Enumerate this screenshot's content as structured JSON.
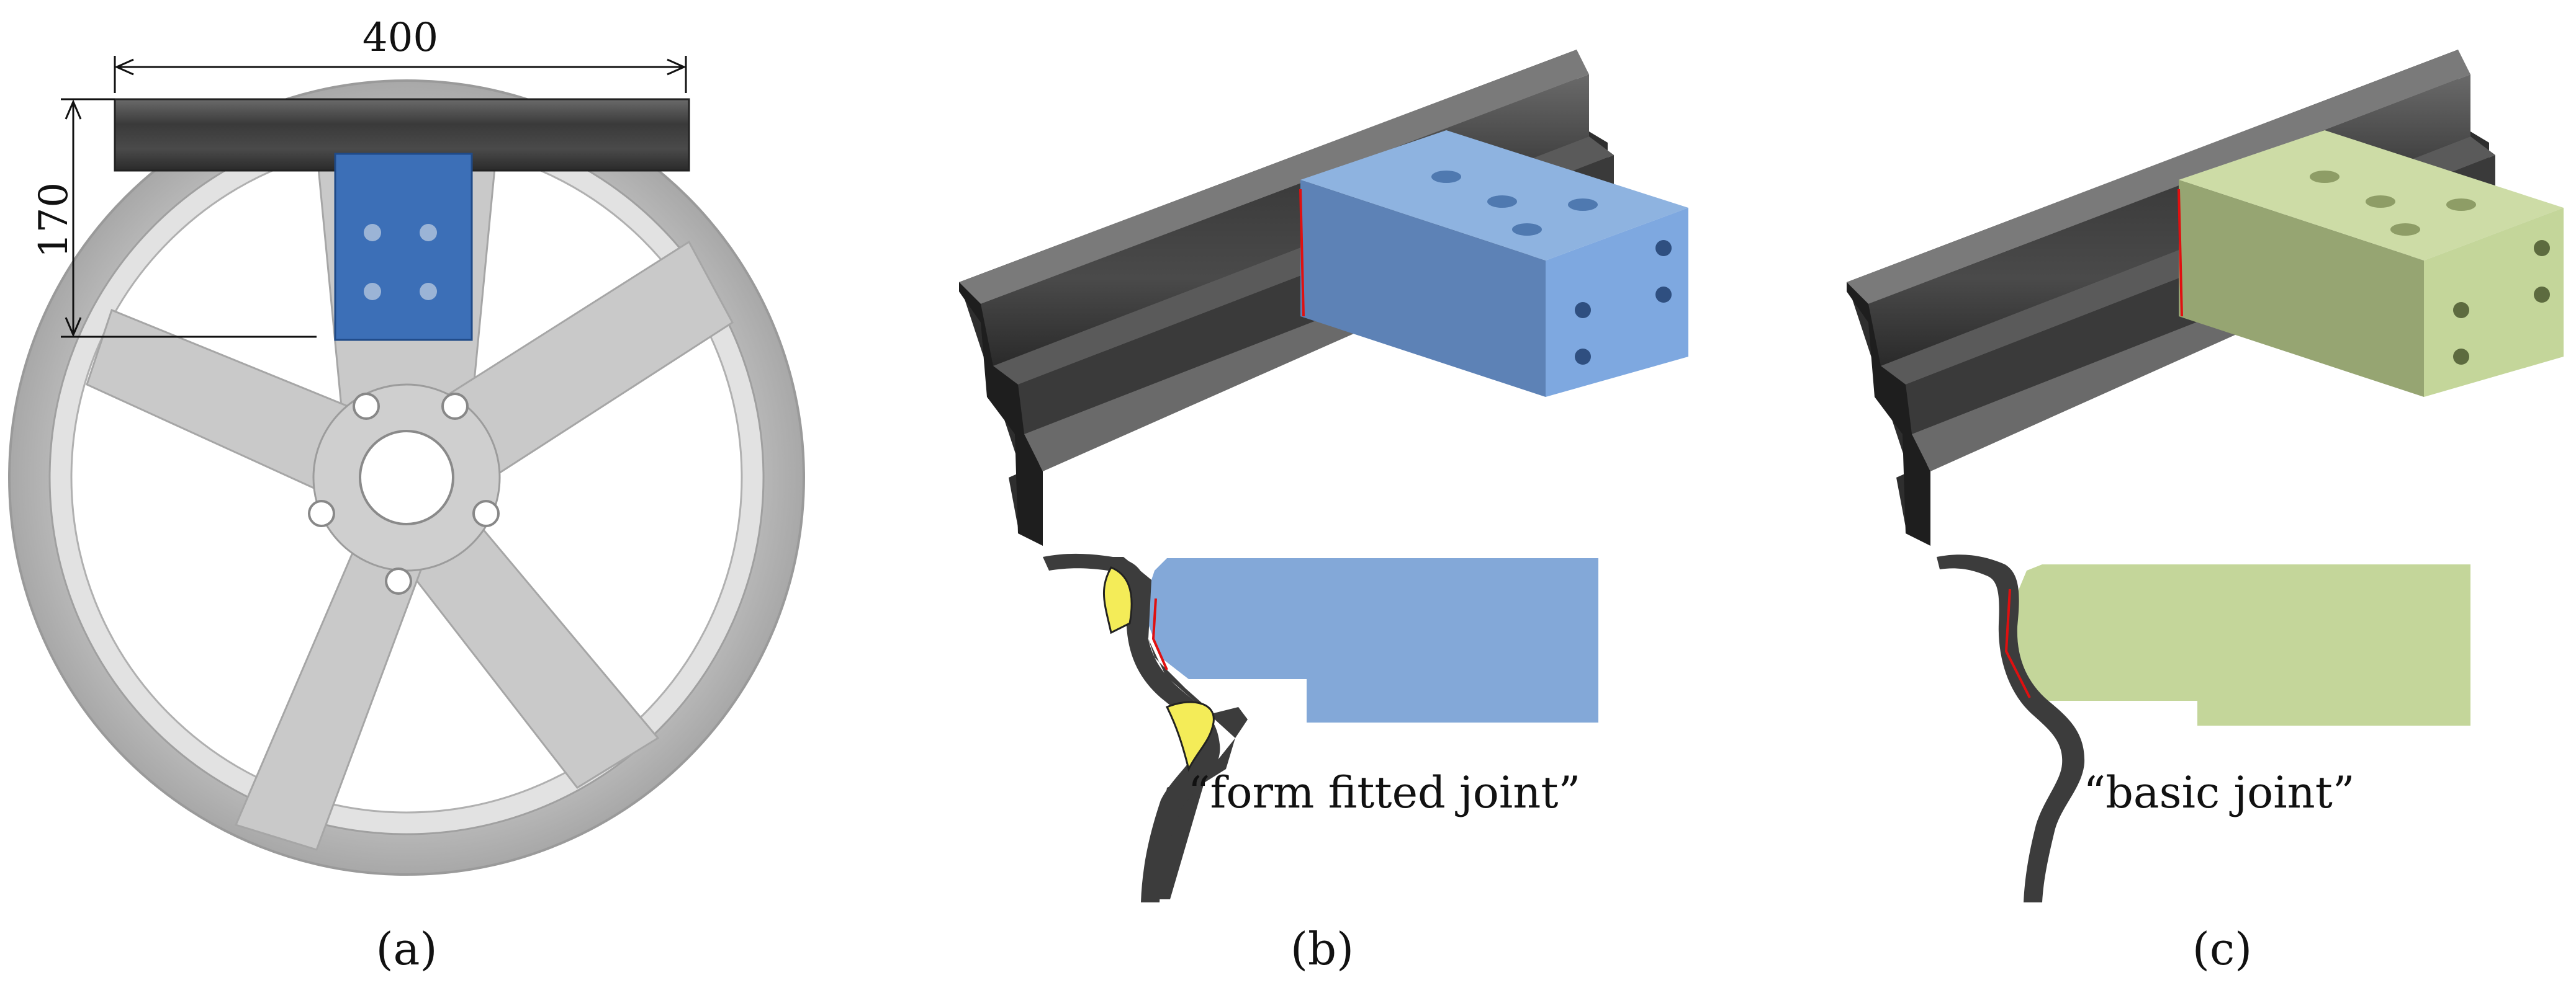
{
  "panels": [
    {
      "letter": "a",
      "label": "(a)"
    },
    {
      "letter": "b",
      "label": "(b)",
      "caption": "“form fitted joint”"
    },
    {
      "letter": "c",
      "label": "(c)",
      "caption": "“basic joint”"
    }
  ],
  "dimensions": {
    "width": "400",
    "height": "170"
  },
  "colors": {
    "rail": "#3b3b3b",
    "insert_blue": "#7ea6d8",
    "insert_blue_panel_a": "#3c6fb7",
    "insert_green": "#c4d69a",
    "adhesive_yellow": "#f4ec58",
    "joint_line_red": "#e01010",
    "wheel_grey": "#bfbfbf"
  }
}
